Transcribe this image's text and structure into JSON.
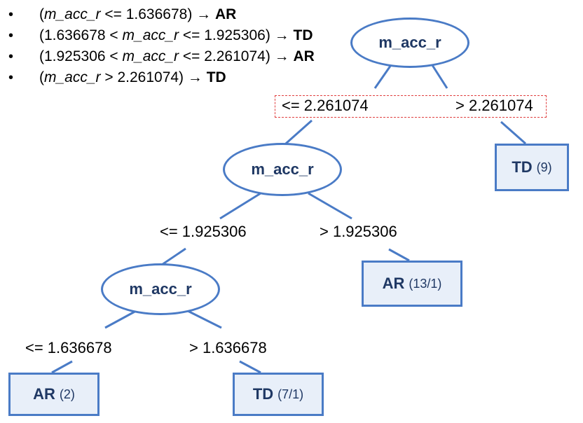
{
  "rules": [
    {
      "cond_pre": "(",
      "var": "m_acc_r",
      "cond_post": " <= 1.636678)",
      "arrow": "→",
      "result": "AR"
    },
    {
      "cond_pre": "(1.636678  < ",
      "var": "m_acc_r",
      "cond_post": " <= 1.925306)",
      "arrow": "→",
      "result": "TD"
    },
    {
      "cond_pre": "(1.925306 < ",
      "var": "m_acc_r",
      "cond_post": " <= 2.261074)",
      "arrow": "→",
      "result": "AR"
    },
    {
      "cond_pre": "(",
      "var": "m_acc_r",
      "cond_post": "  > 2.261074)",
      "arrow": "→",
      "result": "TD"
    }
  ],
  "tree": {
    "root": {
      "label": "m_acc_r",
      "left_edge": "<= 2.261074",
      "right_edge": "> 2.261074"
    },
    "node2": {
      "label": "m_acc_r",
      "left_edge": "<= 1.925306",
      "right_edge": "> 1.925306"
    },
    "node3": {
      "label": "m_acc_r",
      "left_edge": "<= 1.636678",
      "right_edge": "> 1.636678"
    },
    "leaf_td_9": {
      "cls": "TD",
      "count": "(9)"
    },
    "leaf_ar_13": {
      "cls": "AR",
      "count": "(13/1)"
    },
    "leaf_ar_2": {
      "cls": "AR",
      "count": "(2)"
    },
    "leaf_td_7": {
      "cls": "TD",
      "count": "(7/1)"
    }
  },
  "colors": {
    "node_border": "#4a7bc6",
    "leaf_fill": "#e8eff9",
    "text_dark": "#1f3864",
    "split_box": "#e04040"
  }
}
